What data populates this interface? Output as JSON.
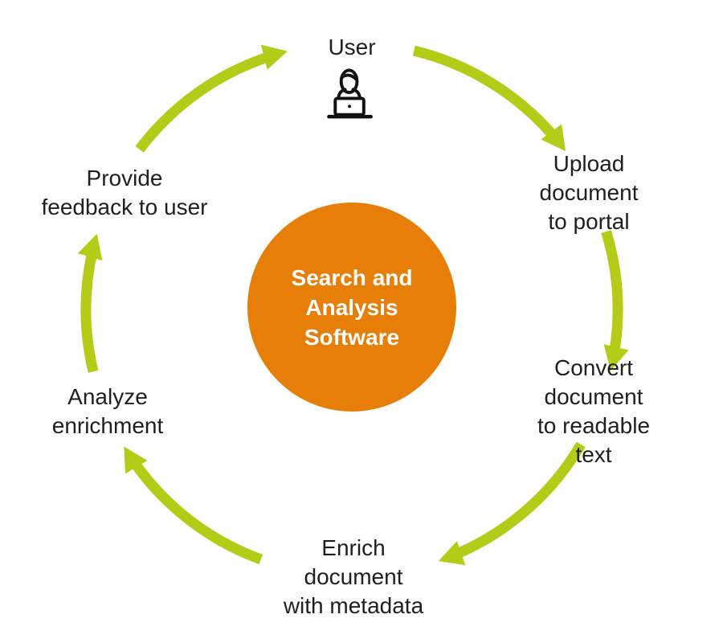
{
  "colors": {
    "background": "#ffffff",
    "center_circle": "#E67E08",
    "center_text": "#ffffff",
    "arrow": "#B2CC18",
    "label_text": "#1f1f1f",
    "icon_stroke": "#111111"
  },
  "center": {
    "label": "Search and\nAnalysis\nSoftware"
  },
  "steps": [
    {
      "id": "user",
      "label": "User",
      "icon": "person-at-laptop-icon"
    },
    {
      "id": "upload-document",
      "label": "Upload document\nto portal"
    },
    {
      "id": "convert-document",
      "label": "Convert document\nto readable text"
    },
    {
      "id": "enrich-document",
      "label": "Enrich\ndocument\nwith metadata"
    },
    {
      "id": "analyze-enrichment",
      "label": "Analyze\nenrichment"
    },
    {
      "id": "provide-feedback",
      "label": "Provide\nfeedback to user"
    }
  ],
  "arrows": [
    {
      "from": "user",
      "to": "upload-document"
    },
    {
      "from": "upload-document",
      "to": "convert-document"
    },
    {
      "from": "convert-document",
      "to": "enrich-document"
    },
    {
      "from": "enrich-document",
      "to": "analyze-enrichment"
    },
    {
      "from": "analyze-enrichment",
      "to": "provide-feedback"
    },
    {
      "from": "provide-feedback",
      "to": "user"
    }
  ]
}
